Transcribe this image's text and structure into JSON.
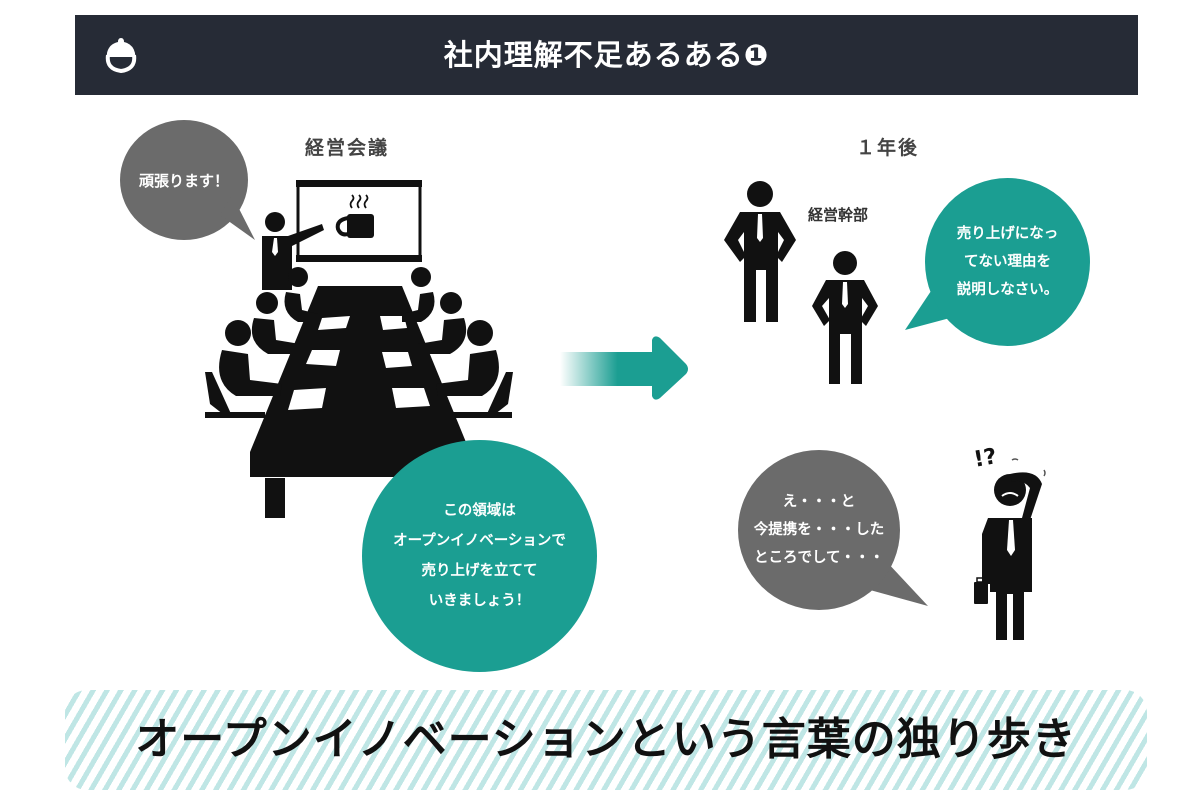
{
  "header": {
    "title": "社内理解不足あるある❶",
    "logo_icon": "acorn-logo-icon",
    "background_color": "#262b36"
  },
  "left_scene": {
    "label": "経営会議",
    "presenter_bubble": {
      "lines": [
        "頑張ります！"
      ],
      "color": "#6b6b6b"
    },
    "table_bubble": {
      "lines": [
        "この領域は",
        "オープンイノベーションで",
        "売り上げを立てて",
        "いきましょう！"
      ],
      "color": "#1b9e92"
    },
    "icons": [
      "presenter-icon",
      "whiteboard-icon",
      "coffee-cup-icon",
      "meeting-table-icon",
      "seated-person-icon"
    ]
  },
  "transition_arrow": {
    "icon": "right-arrow-icon",
    "color": "#1b9e92"
  },
  "right_scene": {
    "label": "１年後",
    "executives_label": "経営幹部",
    "executive_bubble": {
      "lines": [
        "売り上げになっ",
        "てない理由を",
        "説明しなさい。"
      ],
      "color": "#1b9e92"
    },
    "employee_bubble": {
      "lines": [
        "え・・・と",
        "今提携を・・・した",
        "ところでして・・・"
      ],
      "color": "#6b6b6b"
    },
    "confused_marks": "!?",
    "icons": [
      "executive-standing-icon",
      "confused-employee-icon",
      "briefcase-icon"
    ]
  },
  "banner": {
    "text": "オープンイノベーションという言葉の独り歩き",
    "stripe_color": "#bfe6e5"
  }
}
